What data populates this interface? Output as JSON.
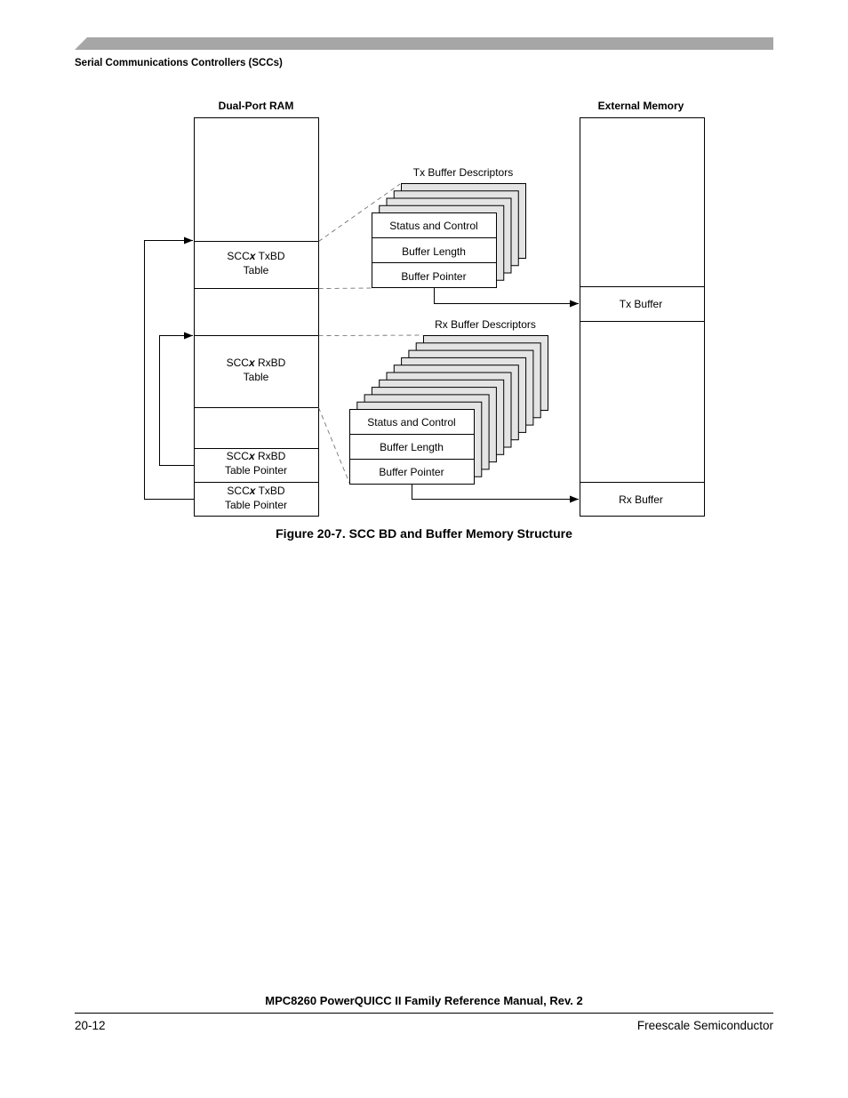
{
  "header": {
    "section_title": "Serial Communications Controllers (SCCs)"
  },
  "figure": {
    "dpram_label": "Dual-Port RAM",
    "ext_label": "External Memory",
    "txbd_table": [
      "SCC",
      "x",
      " TxBD",
      "Table"
    ],
    "rxbd_table": [
      "SCC",
      "x",
      " RxBD",
      "Table"
    ],
    "rxbd_ptr": [
      "SCC",
      "x",
      " RxBD",
      "Table Pointer"
    ],
    "txbd_ptr": [
      "SCC",
      "x",
      " TxBD",
      "Table Pointer"
    ],
    "tx_desc_title": "Tx Buffer Descriptors",
    "rx_desc_title": "Rx Buffer Descriptors",
    "tx_fields": [
      "Status and Control",
      "Buffer Length",
      "Buffer Pointer"
    ],
    "rx_fields": [
      "Status and Control",
      "Buffer Length",
      "Buffer Pointer"
    ],
    "tx_buffer": "Tx Buffer",
    "rx_buffer": "Rx Buffer",
    "caption": "Figure 20-7. SCC BD and Buffer Memory Structure",
    "colors": {
      "stack_fill": "#e4e4e4",
      "header_bar": "#a6a6a6"
    }
  },
  "footer": {
    "manual_title": "MPC8260 PowerQUICC II Family Reference Manual, Rev. 2",
    "page_number": "20-12",
    "publisher": "Freescale Semiconductor"
  }
}
